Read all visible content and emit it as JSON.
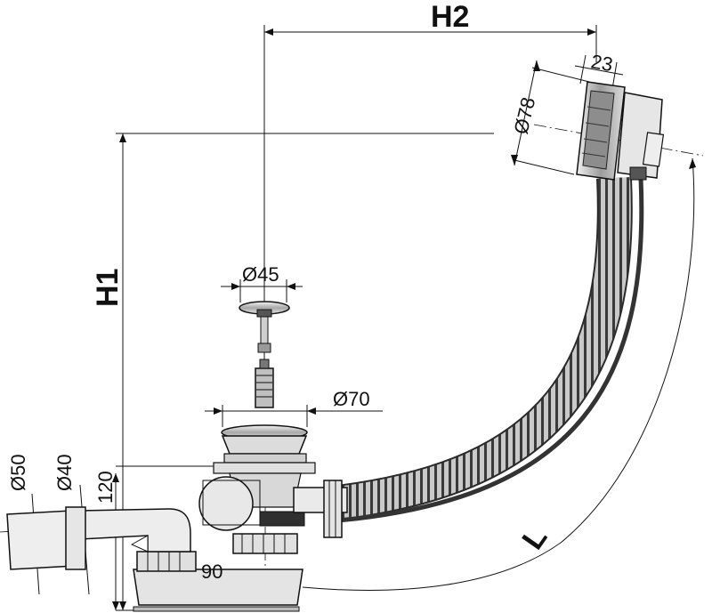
{
  "diagram": {
    "labels": {
      "h2": "H2",
      "h1": "H1",
      "l": "L",
      "d78": "Ø78",
      "w23": "23",
      "d45": "Ø45",
      "d70": "Ø70",
      "d50": "Ø50",
      "d40": "Ø40",
      "h120": "120",
      "w90": "90"
    },
    "colors": {
      "line": "#111111",
      "metal_light": "#d9d9d9",
      "metal_mid": "#9a9a9a",
      "metal_dark": "#555555",
      "hose": "#b8b8b8"
    }
  }
}
